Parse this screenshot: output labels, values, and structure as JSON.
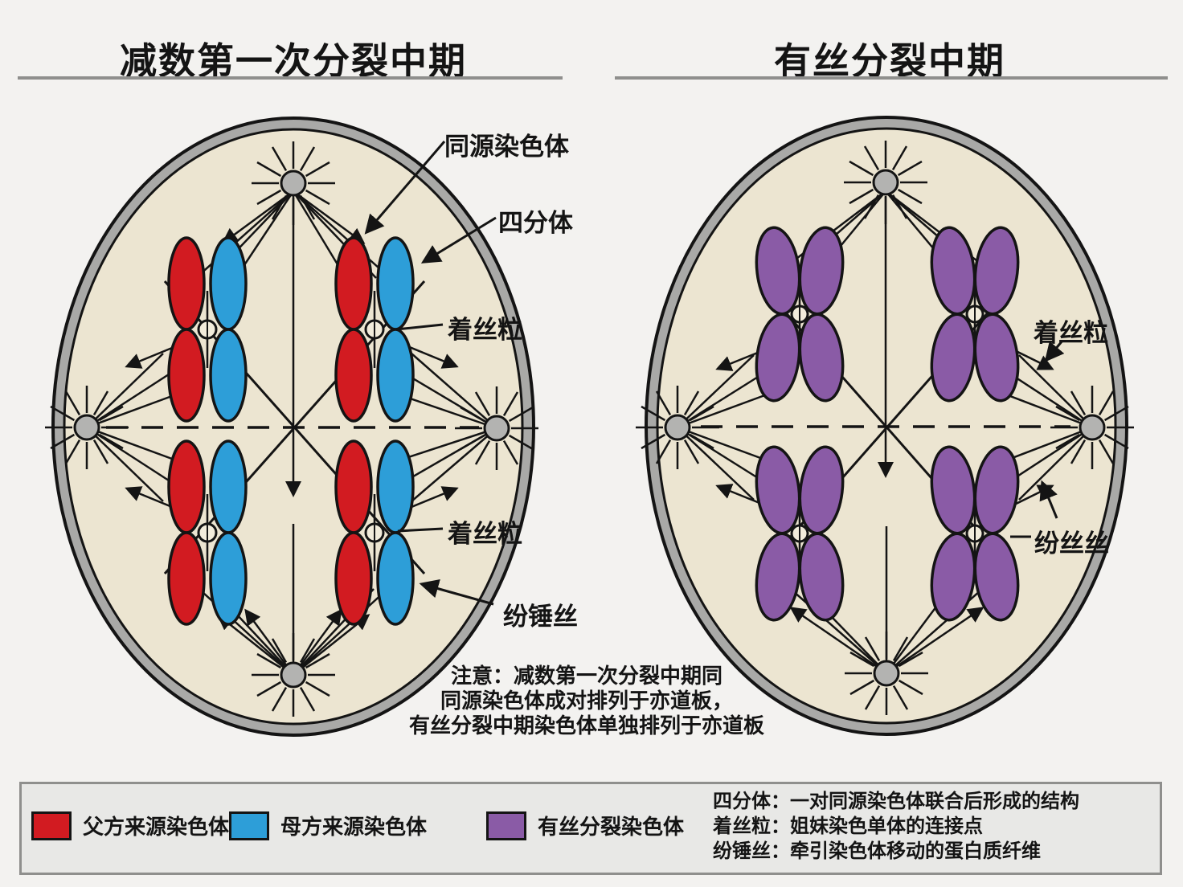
{
  "titles": {
    "left": "减数第一次分裂中期",
    "right": "有丝分裂中期"
  },
  "figure_labels": {
    "meiosis": {
      "homologous": "同源染色体",
      "tetrad": "四分体",
      "centromere_upper": "着丝粒",
      "centromere_lower": "着丝粒",
      "spindle_fiber": "纷锤丝"
    },
    "mitosis": {
      "centromere": "着丝粒",
      "spindle_fiber": "纷丝丝"
    }
  },
  "note": {
    "line1": "注意：减数第一次分裂中期同",
    "line2": "同源染色体成对排列于亦道板，",
    "line3": "有丝分裂中期染色体单独排列于亦道板"
  },
  "legend": {
    "items": [
      {
        "key": "paternal",
        "label": "父方来源染色体"
      },
      {
        "key": "maternal",
        "label": "母方来源染色体"
      },
      {
        "key": "mitotic",
        "label": "有丝分裂染色体"
      }
    ],
    "definitions": [
      "四分体：一对同源染色体联合后形成的结构",
      "着丝粒：姐妹染色单体的连接点",
      "纷锤丝：牵引染色体移动的蛋白质纤维"
    ]
  },
  "colors": {
    "paternal": "#d21b21",
    "maternal": "#2d9ed8",
    "mitotic": "#8a5ba6",
    "cytoplasm": "#ece5d1",
    "membrane": "#a9a9a7",
    "pole": "#b3b3b1",
    "centromere": "#f2ecdb",
    "outline": "#141414",
    "background": "#f3f2f0",
    "legend_bg": "#e8e8e6",
    "rule": "#8f8f8d"
  }
}
